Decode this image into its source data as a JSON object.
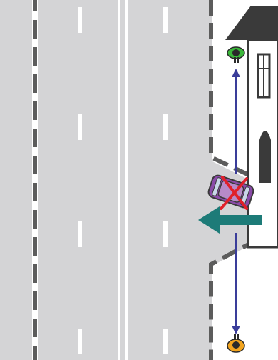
{
  "scene": {
    "description_name": "traffic-rule-diagram",
    "colors": {
      "road": "#d4d4d6",
      "lane_marking": "#ffffff",
      "curb_dark": "#5c5c5c",
      "curb_light": "#ffffff",
      "building_wall": "#ffffff",
      "building_roof": "#3a3a3a",
      "walk_arrow": "#3a3d9a",
      "traffic_arrow": "#1d7b78",
      "car_body": "#8a4aa8",
      "cross_mark": "#e0202a",
      "pedestrian_top": "#3bb83a",
      "pedestrian_bottom": "#f2a41e"
    },
    "elements": {
      "prohibited_car": "car-icon",
      "prohibition_mark": "cross-mark",
      "pedestrian_top": "pedestrian-icon",
      "pedestrian_bottom": "pedestrian-icon",
      "walk_path": "double-arrow",
      "traffic_direction": "arrow-left"
    }
  }
}
